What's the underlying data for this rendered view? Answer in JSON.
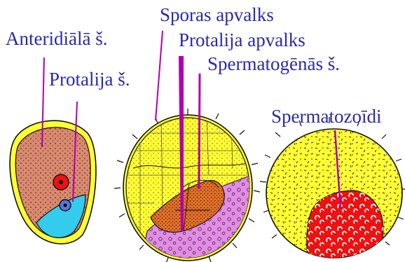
{
  "labels": {
    "anteridiala": "Anteridiālā š.",
    "protalija_s": "Protalija š.",
    "sporas_apvalks": "Sporas apvalks",
    "protalija_apvalks": "Protalija apvalks",
    "spermatogenas": "Spermatogēnās š.",
    "spermatozoidi": "Spermatozoīdi"
  },
  "colors": {
    "label_text": "#2a2aa8",
    "pointer": "#b000b0",
    "outline": "#111111",
    "spore_wall": "#ffff33",
    "cell_pink": "#d98a70",
    "cell_red": "#ee1111",
    "cell_cyan": "#33ccee",
    "cell_orange": "#e8742a",
    "cell_magenta": "#e38be6"
  }
}
